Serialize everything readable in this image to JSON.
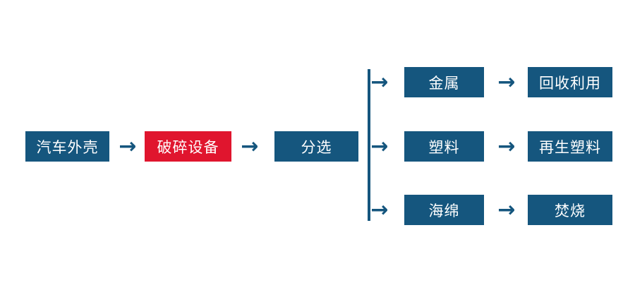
{
  "diagram": {
    "type": "flowchart",
    "arrow_glyph": "→",
    "colors": {
      "node_blue": "#15567E",
      "node_red": "#E0152E",
      "text": "#FFFFFF",
      "connector": "#15567E",
      "background": "#FFFFFF"
    },
    "main_flow": [
      {
        "label": "汽车外壳",
        "style": "blue"
      },
      {
        "label": "破碎设备",
        "style": "red"
      },
      {
        "label": "分选",
        "style": "blue"
      }
    ],
    "branches": [
      {
        "material": "金属",
        "result": "回收利用"
      },
      {
        "material": "塑料",
        "result": "再生塑料"
      },
      {
        "material": "海绵",
        "result": "焚烧"
      }
    ]
  }
}
